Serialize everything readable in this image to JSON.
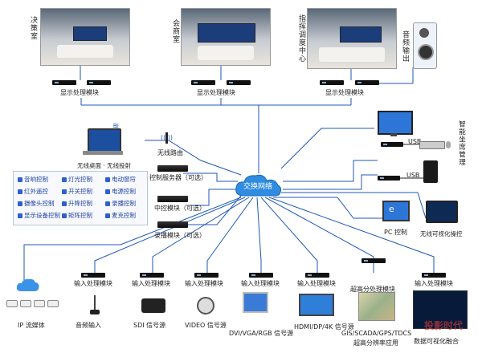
{
  "rooms": {
    "decision": "决策室",
    "meeting": "会商室",
    "command": "指挥调度中心"
  },
  "audio_output": "音频输出",
  "display_module": "显示处理模块",
  "wireless_router": "无线路由",
  "wireless_desktop": "无线桌面 · 无线投射",
  "control_server": "控制服务器（可选）",
  "central_control": "中控模块（可选）",
  "recording": "录播模块（可选）",
  "switch": "交换网络",
  "smart_seat": "智能坐席管理",
  "usb": "USB",
  "pc_control": "PC 控制",
  "wireless_visual": "无线可视化操控",
  "control_items": [
    "音响控制",
    "灯光控制",
    "电动窗帘",
    "红外遥控",
    "开关控制",
    "电源控制",
    "摄像头控制",
    "升降控制",
    "录播控制",
    "显示设备控制",
    "矩阵控制",
    "麦克控制"
  ],
  "input_module": "输入处理模块",
  "ultra_module": "超高分处理模块",
  "sources": {
    "ip": "IP 流媒体",
    "audio_in": "音频输入",
    "sdi": "SDI 信号源",
    "video": "VIDEO 信号源",
    "dvi": "DVI/VGA/RGB 信号源",
    "hdmi": "HDMI/DP/4K 信号源",
    "gis": "GIS/SCADA/GPS/TDCS",
    "ultra_app": "超高分辨率应用",
    "data_vis": "数据可视化融合"
  },
  "watermark": "投影时代",
  "colors": {
    "line": "#1f57b8",
    "cloud": "#2f8ce0",
    "accent": "#2e5fd0"
  }
}
